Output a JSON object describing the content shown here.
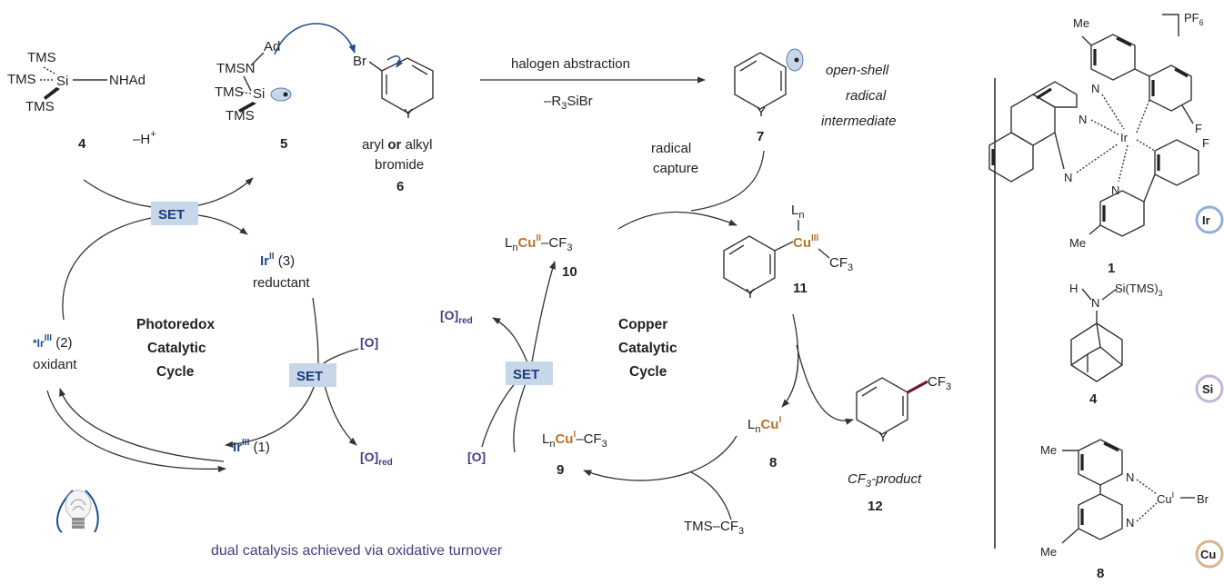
{
  "compounds": {
    "c4": {
      "tms_top": "TMS",
      "tms_left": "TMS",
      "si": "Si",
      "nhad": "NHAd",
      "tms_bottom": "TMS",
      "number": "4"
    },
    "c5": {
      "ad": "Ad",
      "tmsn": "TMSN",
      "tms_left": "TMS",
      "si": "Si",
      "tms_bottom": "TMS",
      "number": "5"
    },
    "c6": {
      "br": "Br",
      "y": "Y",
      "line1_a": "aryl ",
      "line1_or": "or",
      "line1_b": " alkyl",
      "line2": "bromide",
      "number": "6"
    },
    "c7": {
      "y": "Y",
      "number": "7",
      "label_line1": "open-shell",
      "label_line2": "radical",
      "label_line3": "intermediate"
    },
    "c10": {
      "ln": "L",
      "n": "n",
      "cu": "Cu",
      "ox": "II",
      "cf3": "–CF",
      "sub3": "3",
      "number": "10"
    },
    "c11": {
      "ln": "L",
      "n": "n",
      "cu": "Cu",
      "ox": "III",
      "cf": "CF",
      "sub3": "3",
      "y": "Y",
      "number": "11"
    },
    "c9": {
      "ln": "L",
      "n": "n",
      "cu": "Cu",
      "ox": "I",
      "cf3": "–CF",
      "sub3": "3",
      "number": "9"
    },
    "c8": {
      "ln": "L",
      "n": "n",
      "cu": "Cu",
      "ox": "I",
      "number": "8"
    },
    "c12": {
      "cf": "CF",
      "sub3": "3",
      "y": "Y",
      "label_cf": "CF",
      "label_sub": "3",
      "label_rest": "-product",
      "number": "12"
    }
  },
  "arrows": {
    "halogen_abstraction": "halogen abstraction",
    "r3sibr_prefix": "–R",
    "r3sibr_sub": "3",
    "r3sibr_rest": "SiBr",
    "radical_capture_1": "radical",
    "radical_capture_2": "capture",
    "minus_h": "–H",
    "plus": "+",
    "tms_cf3": "TMS–CF",
    "tms_cf3_sub": "3"
  },
  "iridium": {
    "ir_ii": "Ir",
    "ir_ii_ox": "II",
    "ir_ii_num": " (3)",
    "reductant": "reductant",
    "ir_iii_star": "*Ir",
    "ir_iii_star_ox": "III",
    "ir_iii_star_num": " (2)",
    "oxidant": "oxidant",
    "ir_iii": "Ir",
    "ir_iii_ox": "III",
    "ir_iii_num": " (1)"
  },
  "set_labels": [
    "SET",
    "SET",
    "SET"
  ],
  "oxidants": {
    "o1": "[O]",
    "o_red_1": "[O]",
    "o_red_1_sub": "red",
    "o2": "[O]",
    "o_red_2": "[O]",
    "o_red_2_sub": "red"
  },
  "cycles": {
    "photoredox": [
      "Photoredox",
      "Catalytic",
      "Cycle"
    ],
    "copper": [
      "Copper",
      "Catalytic",
      "Cycle"
    ]
  },
  "footer": "dual catalysis achieved via oxidative turnover",
  "sidebar": {
    "ir_complex": {
      "me_top": "Me",
      "pf": "PF",
      "pf_sub": "6",
      "n1": "N",
      "n2": "N",
      "n3": "N",
      "n4": "N",
      "ir": "Ir",
      "f1": "F",
      "f2": "F",
      "me_bottom": "Me",
      "number": "1",
      "badge": "Ir"
    },
    "silane": {
      "h": "H",
      "n": "N",
      "si": "Si(TMS)",
      "si_sub": "3",
      "number": "4",
      "badge": "Si"
    },
    "cu_complex": {
      "me_top": "Me",
      "n1": "N",
      "cu": "Cu",
      "cu_ox": "I",
      "br": "Br",
      "n2": "N",
      "me_bottom": "Me",
      "number": "8",
      "badge": "Cu"
    }
  },
  "colors": {
    "set_fill": "#c7d6e9",
    "set_text": "#1a3c7a",
    "oxidant_text": "#4a3a80",
    "copper": "#b8742a",
    "iridium": "#1e4e8c",
    "badge_ir": "#8fb0d8",
    "badge_si": "#c4b4d8",
    "badge_cu": "#d8b48a",
    "cf3_bond": "#6b1a3a"
  }
}
